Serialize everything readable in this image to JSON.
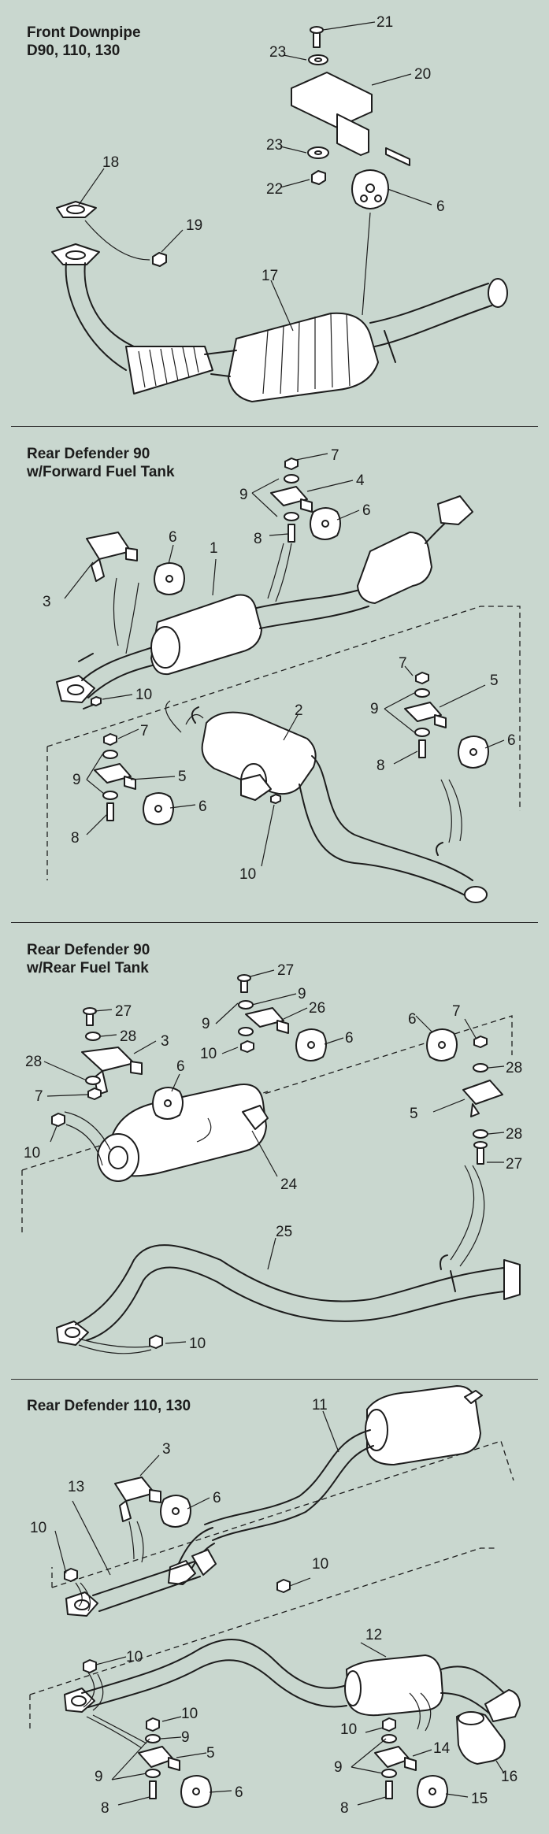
{
  "sections": [
    {
      "id": "front-downpipe",
      "title": "Front Downpipe\nD90, 110, 130",
      "callouts": [
        "21",
        "23",
        "20",
        "23",
        "22",
        "6",
        "18",
        "19",
        "17"
      ]
    },
    {
      "id": "rear-d90-forward",
      "title": "Rear Defender 90\nw/Forward Fuel Tank",
      "callouts": [
        "7",
        "9",
        "4",
        "8",
        "6",
        "6",
        "1",
        "3",
        "10",
        "2",
        "7",
        "9",
        "5",
        "6",
        "8",
        "7",
        "9",
        "5",
        "8",
        "6",
        "10"
      ]
    },
    {
      "id": "rear-d90-rear",
      "title": "Rear Defender 90\nw/Rear Fuel Tank",
      "callouts": [
        "27",
        "9",
        "26",
        "6",
        "9",
        "10",
        "27",
        "28",
        "3",
        "6",
        "28",
        "7",
        "10",
        "24",
        "7",
        "6",
        "28",
        "5",
        "28",
        "27",
        "25",
        "10"
      ]
    },
    {
      "id": "rear-d110-130",
      "title": "Rear Defender 110, 130",
      "callouts": [
        "11",
        "3",
        "6",
        "13",
        "10",
        "10",
        "12",
        "10",
        "10",
        "10",
        "9",
        "9",
        "5",
        "8",
        "6",
        "14",
        "9",
        "16",
        "8",
        "15"
      ]
    }
  ],
  "colors": {
    "background": "#c9d7cf",
    "line": "#1d1d1d",
    "part_fill": "#ffffff"
  }
}
